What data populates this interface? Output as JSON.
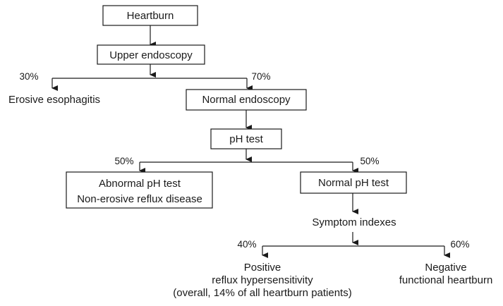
{
  "nodes": {
    "heartburn": "Heartburn",
    "upper_endoscopy": "Upper endoscopy",
    "erosive_esophagitis": "Erosive esophagitis",
    "normal_endoscopy": "Normal endoscopy",
    "ph_test": "pH test",
    "abnormal_ph": [
      "Abnormal pH test",
      "Non-erosive reflux disease"
    ],
    "normal_ph": "Normal pH test",
    "symptom_indexes": "Symptom indexes",
    "positive": [
      "Positive",
      "reflux hypersensitivity",
      "(overall, 14% of all heartburn patients)"
    ],
    "negative": [
      "Negative",
      "functional heartburn"
    ]
  },
  "percentages": {
    "erosive": "30%",
    "normal_endoscopy": "70%",
    "abnormal_ph": "50%",
    "normal_ph": "50%",
    "positive": "40%",
    "negative": "60%"
  }
}
